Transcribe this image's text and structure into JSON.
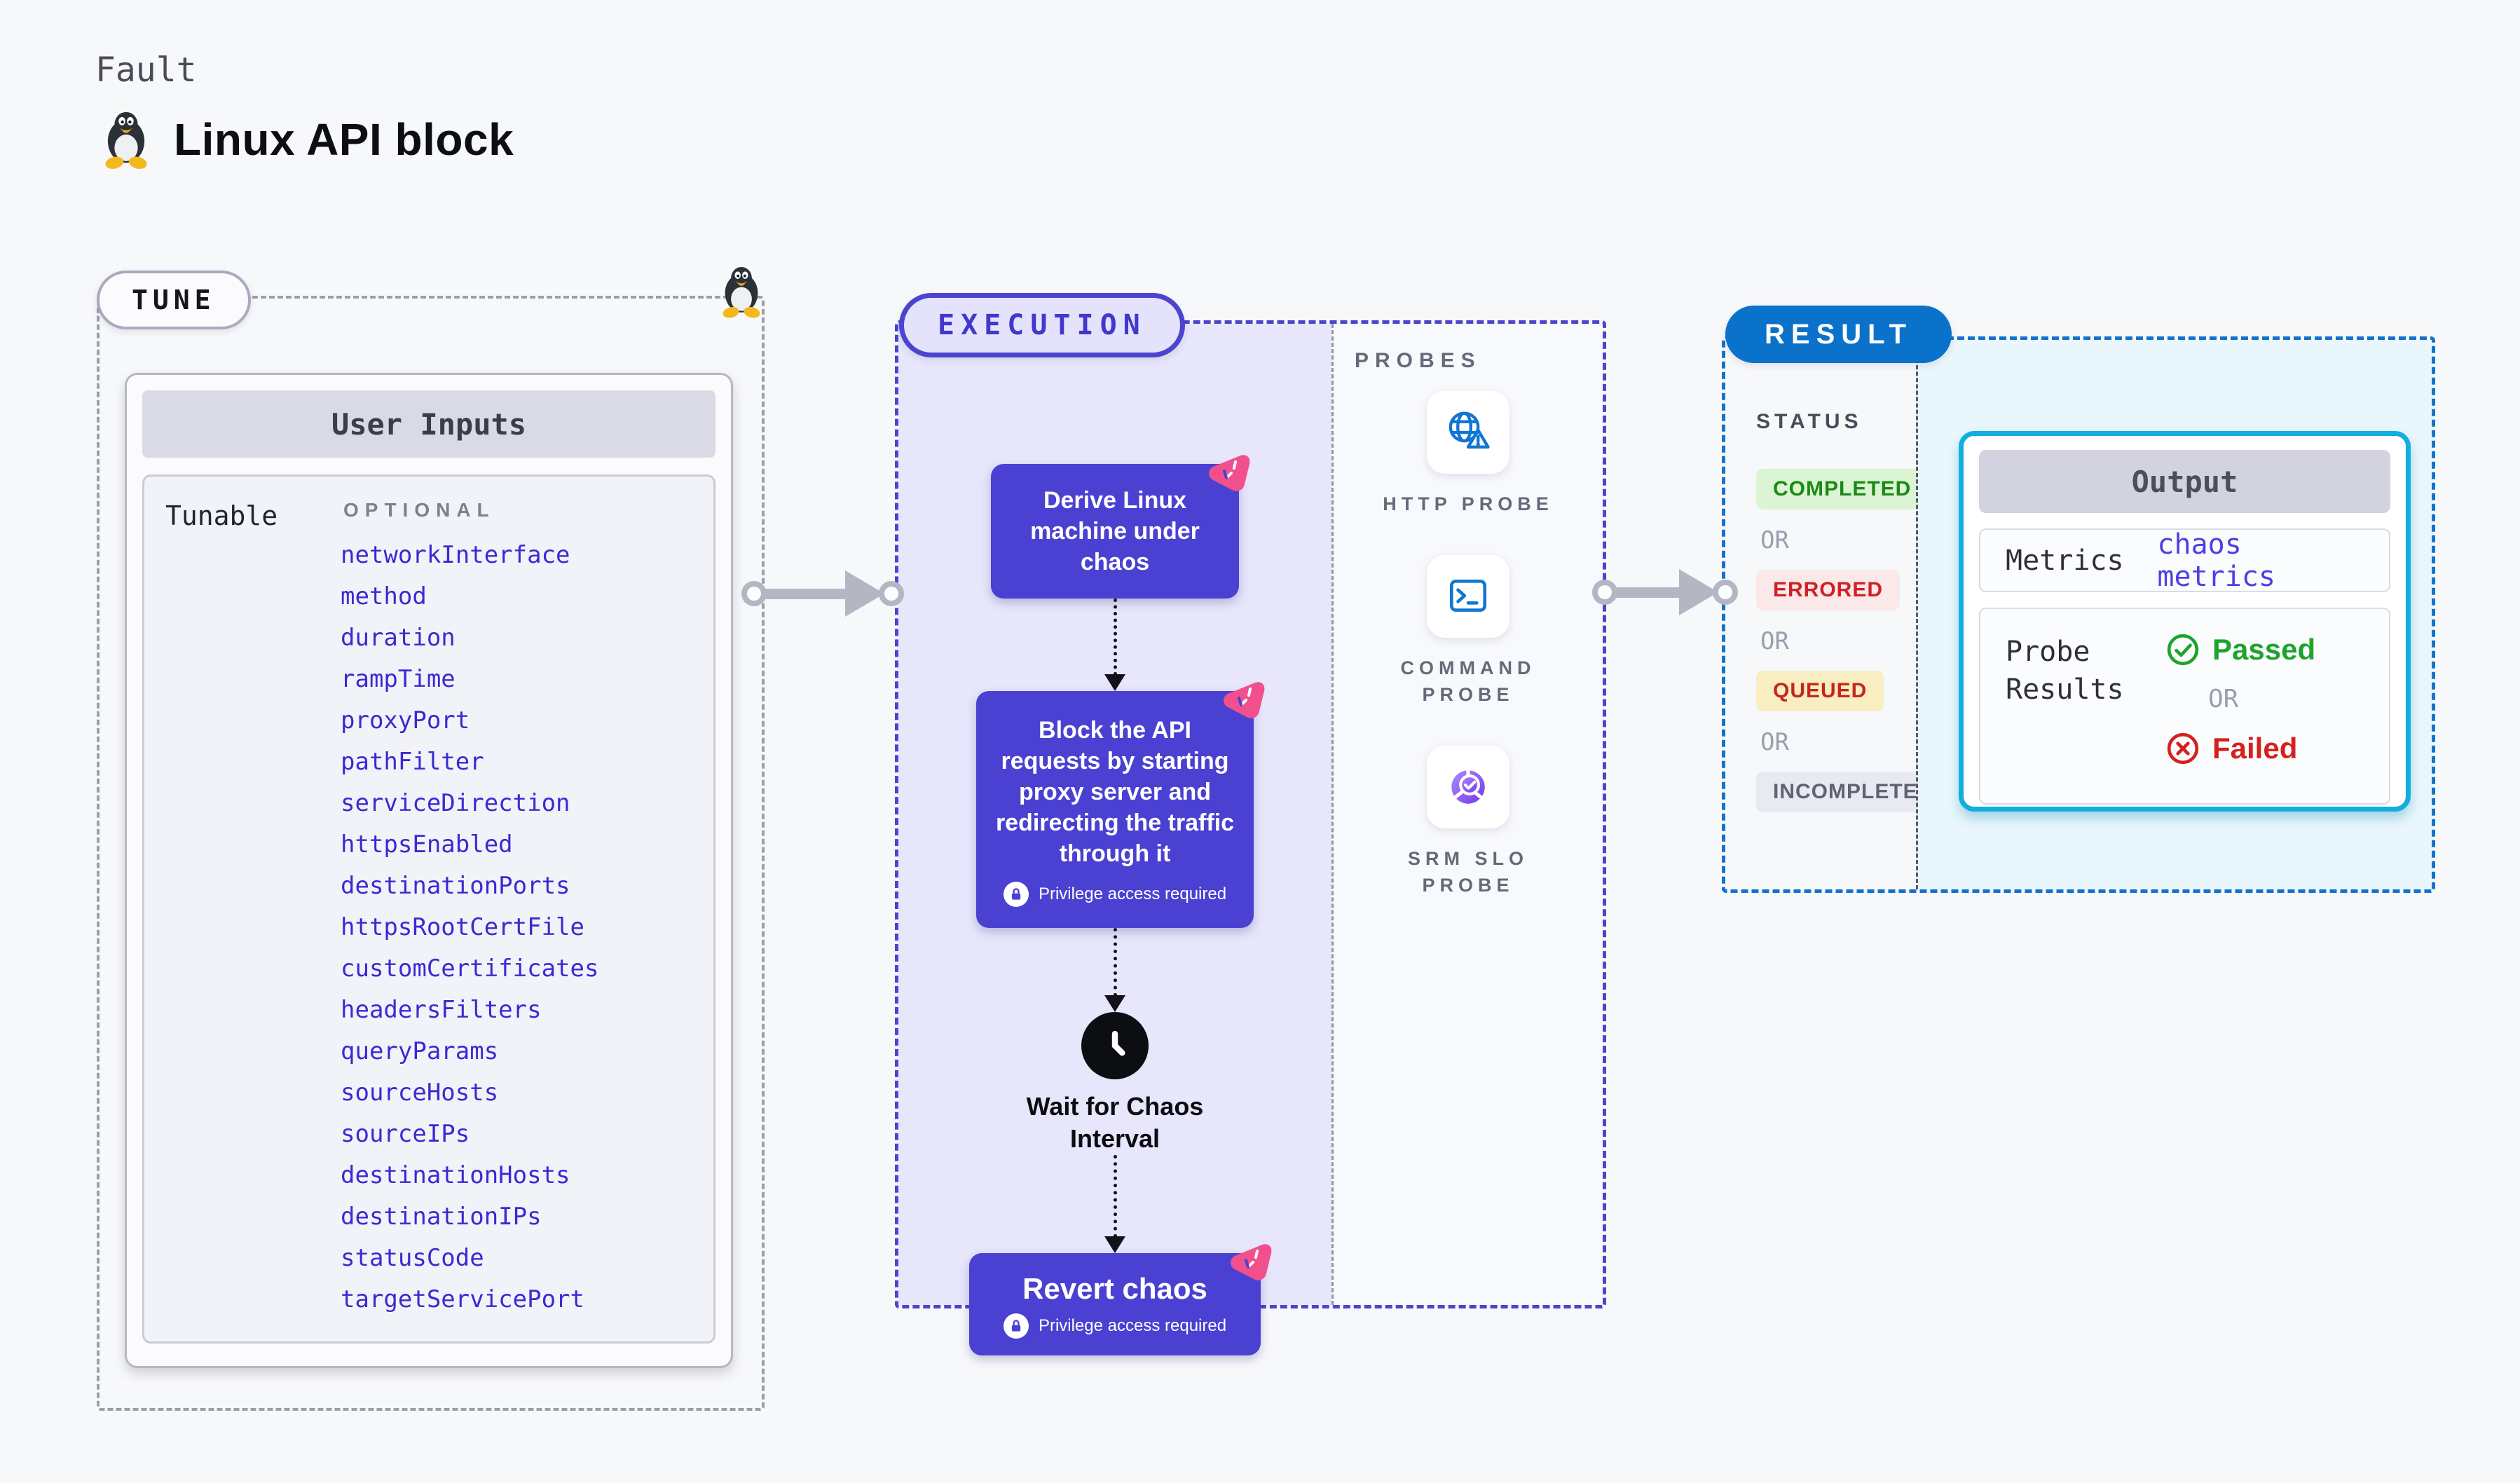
{
  "page": {
    "kicker": "Fault",
    "title": "Linux API block"
  },
  "tune": {
    "label": "TUNE",
    "card_title": "User Inputs",
    "row_label": "Tunable",
    "optional_label": "OPTIONAL",
    "params": [
      "networkInterface",
      "method",
      "duration",
      "rampTime",
      "proxyPort",
      "pathFilter",
      "serviceDirection",
      "httpsEnabled",
      "destinationPorts",
      "httpsRootCertFile",
      "customCertificates",
      "headersFilters",
      "queryParams",
      "sourceHosts",
      "sourceIPs",
      "destinationHosts",
      "destinationIPs",
      "statusCode",
      "targetServicePort"
    ]
  },
  "execution": {
    "label": "EXECUTION",
    "derive_step": "Derive Linux machine under chaos",
    "block_step": "Block the API requests by starting proxy server and redirecting the traffic through it",
    "wait_step": "Wait for Chaos Interval",
    "revert_step": "Revert chaos",
    "privilege_label": "Privilege access required"
  },
  "probes": {
    "label": "PROBES",
    "items": [
      {
        "label": "HTTP PROBE",
        "icon": "globe-alert-icon"
      },
      {
        "label": "COMMAND PROBE",
        "icon": "terminal-icon"
      },
      {
        "label": "SRM SLO PROBE",
        "icon": "slo-pie-check-icon"
      }
    ]
  },
  "result": {
    "label": "RESULT",
    "status_label": "STATUS",
    "or_label": "OR",
    "statuses": [
      {
        "text": "COMPLETED",
        "fg": "#1a8a16",
        "bg": "#dbf4d1"
      },
      {
        "text": "ERRORED",
        "fg": "#cf2026",
        "bg": "#fbe9e9"
      },
      {
        "text": "QUEUED",
        "fg": "#c7261c",
        "bg": "#f9eec2"
      },
      {
        "text": "INCOMPLETED",
        "fg": "#5f6372",
        "bg": "#e9eaf1"
      }
    ],
    "output": {
      "title": "Output",
      "metrics_label": "Metrics",
      "metrics_value": "chaos metrics",
      "probe_results_label": "Probe Results",
      "passed_label": "Passed",
      "or_label": "OR",
      "failed_label": "Failed"
    }
  },
  "colors": {
    "accent_indigo": "#4a41d2",
    "accent_pink": "#f1508d",
    "result_blue": "#0b72cc",
    "cyan_border": "#12aede",
    "param_blue": "#3a2ad3",
    "probe_icon_blue": "#1176d2",
    "passed_green": "#1ea32c",
    "failed_red": "#d6201e"
  }
}
